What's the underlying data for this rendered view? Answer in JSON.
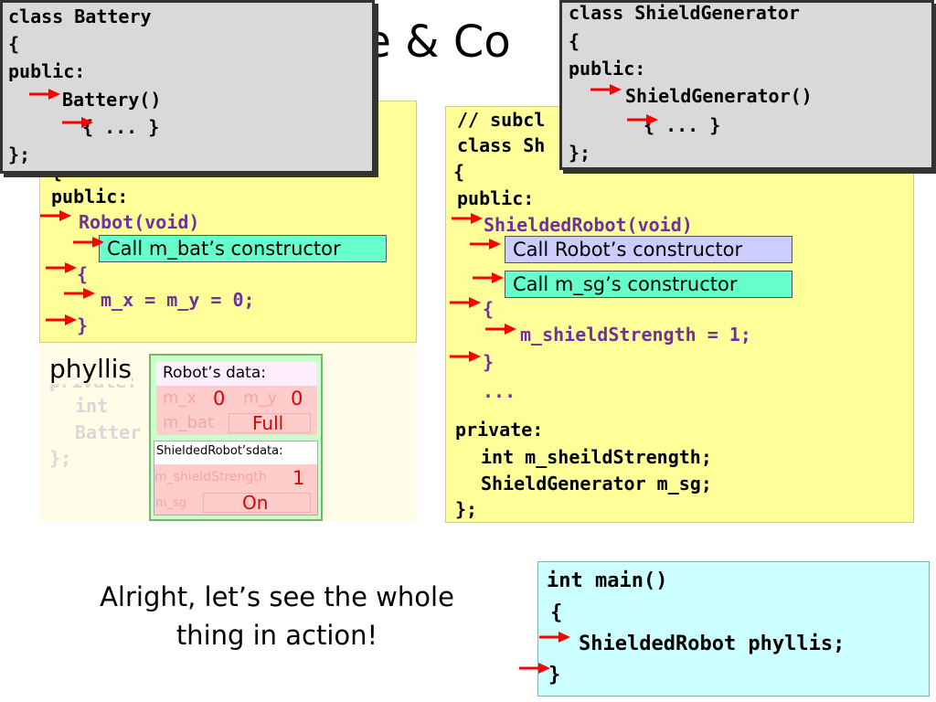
{
  "title": "ce & Co",
  "colors": {
    "arrow": "#ff0000",
    "code_panel": "#ffff99",
    "main_panel": "#ccffff",
    "callout_cyan": "#66ffcc",
    "callout_lavender": "#ccccff",
    "data_panel": "#ccffcc",
    "gray_box": "#d9d9d9",
    "keyword_purple": "#7030a0"
  },
  "battery_box": {
    "lines": [
      "class Battery",
      "{",
      "public:",
      "Battery()",
      "{ ... }",
      "};"
    ]
  },
  "shieldgen_box": {
    "lines": [
      "class ShieldGenerator",
      "{",
      "public:",
      "ShieldGenerator()",
      "{ ... }",
      "};"
    ]
  },
  "robot_panel": {
    "lines": [
      "{",
      "public:",
      "Robot(void)",
      "{",
      "m_x = m_y = 0;",
      "}"
    ],
    "callout": "Call m_bat’s constructor",
    "faded": [
      "private:",
      "int",
      "Batter",
      "};"
    ]
  },
  "phyllis_label": "phyllis",
  "data_widget": {
    "robot_header": "Robot’s data:",
    "m_x_label": "m_x",
    "m_x_value": "0",
    "m_y_label": "m_y",
    "m_y_value": "0",
    "m_bat_label": "m_bat",
    "m_bat_value": "Full",
    "shielded_header": "ShieldedRobot’sdata:",
    "strength_label": "m_shieldStrength",
    "strength_value": "1",
    "sg_label": "m_sg",
    "sg_value": "On"
  },
  "shieldedrobot_panel": {
    "lines": [
      "// subcl",
      "class Sh",
      "{",
      "public:",
      "ShieldedRobot(void)",
      "{",
      "m_shieldStrength = 1;",
      "}",
      "...",
      "private:",
      "int m_sheildStrength;",
      "ShieldGenerator m_sg;",
      "};"
    ],
    "callout_robot": "Call Robot’s constructor",
    "callout_sg": "Call m_sg’s constructor"
  },
  "caption": {
    "line1": "Alright, let’s see the whole",
    "line2": "thing in action!"
  },
  "main_box": {
    "lines": [
      "int main()",
      "{",
      "ShieldedRobot phyllis;",
      "}"
    ]
  }
}
